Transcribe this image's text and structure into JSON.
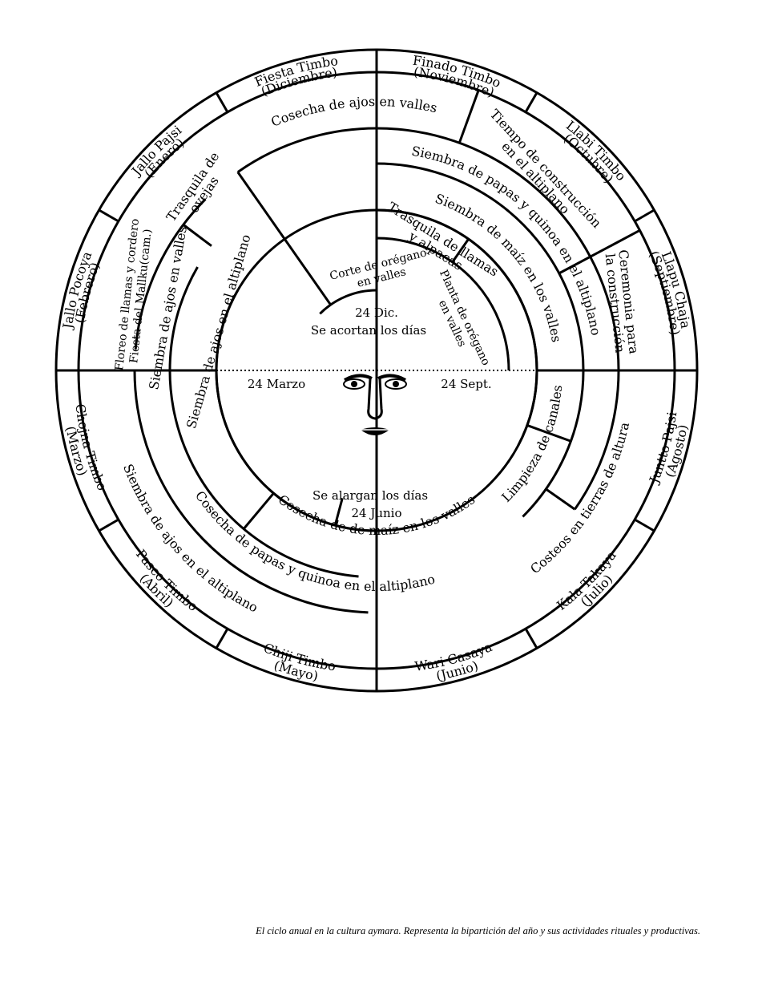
{
  "months": [
    {
      "key": "dic",
      "name": "Fiesta Timbo",
      "sub": "(Diciembre)"
    },
    {
      "key": "nov",
      "name": "Finado Timbo",
      "sub": "(Noviembre)"
    },
    {
      "key": "oct",
      "name": "Llabi Timbo",
      "sub": "(Octubre)"
    },
    {
      "key": "sep",
      "name": "Llapu Chaja",
      "sub": "(Septiembre)"
    },
    {
      "key": "ago",
      "name": "Juntto Pajsi",
      "sub": "(Agosto)"
    },
    {
      "key": "jul",
      "name": "Kala Takaya",
      "sub": "(Julio)"
    },
    {
      "key": "jun",
      "name": "Wari Casaya",
      "sub": "(Junio)"
    },
    {
      "key": "may",
      "name": "Chiji Timbo",
      "sub": "(Mayo)"
    },
    {
      "key": "abr",
      "name": "Pasco Timbo",
      "sub": "(Abril)"
    },
    {
      "key": "mar",
      "name": "Chojna Timbo",
      "sub": "(Marzo)"
    },
    {
      "key": "feb",
      "name": "Jallo Pocoya",
      "sub": "(Febrero)"
    },
    {
      "key": "ene",
      "name": "Jallo Pajsi",
      "sub": "(Enero)"
    }
  ],
  "activities": {
    "ajos_valles": "Cosecha de ajos en valles",
    "tiempo_construccion_1": "Tiempo de construcción",
    "tiempo_construccion_2": "en el altiplano",
    "ceremonia_1": "Ceremonia para",
    "ceremonia_2": "la construcción",
    "siembra_papas": "Siembra de papas y quinoa en el altiplano",
    "siembra_maiz": "Siembra de maíz en los valles",
    "trasquila_llamas_1": "Trasquila de llamas",
    "trasquila_llamas_2": "y alpacas",
    "planta_oregano_1": "Planta de orégano",
    "planta_oregano_2": "en valles",
    "corte_oregano_1": "Corte de orégano",
    "corte_oregano_2": "en valles",
    "trasquila_ovejas_1": "Trasquila de",
    "trasquila_ovejas_2": "ovejas",
    "floreo_1": "Floreo de llamas y cordero",
    "floreo_2": "Fiesta del Mallku(cam.)",
    "siembra_ajos_valles": "Siembra de ajos en valles",
    "siembra_ajos_altiplano": "Siembra de ajos en el altiplano",
    "siembra_ajos_altiplano_outer": "Siembra de ajos en el altiplano",
    "cosecha_papas": "Cosecha de papas y quinoa en el altiplano",
    "cosecha_maiz": "Cosecha de de maíz en los valles",
    "limpieza": "Limpieza de canales",
    "costeos": "Costeos en tierras de altura"
  },
  "center": {
    "dec_date": "24 Dic.",
    "dec_text": "Se acortan los días",
    "mar_date": "24  Marzo",
    "sep_date": "24  Sept.",
    "jun_text": "Se alargan los días",
    "jun_date": "24  Junio"
  },
  "caption": "El ciclo anual en la cultura aymara. Representa la bipartición del año y sus actividades rituales y productivas."
}
